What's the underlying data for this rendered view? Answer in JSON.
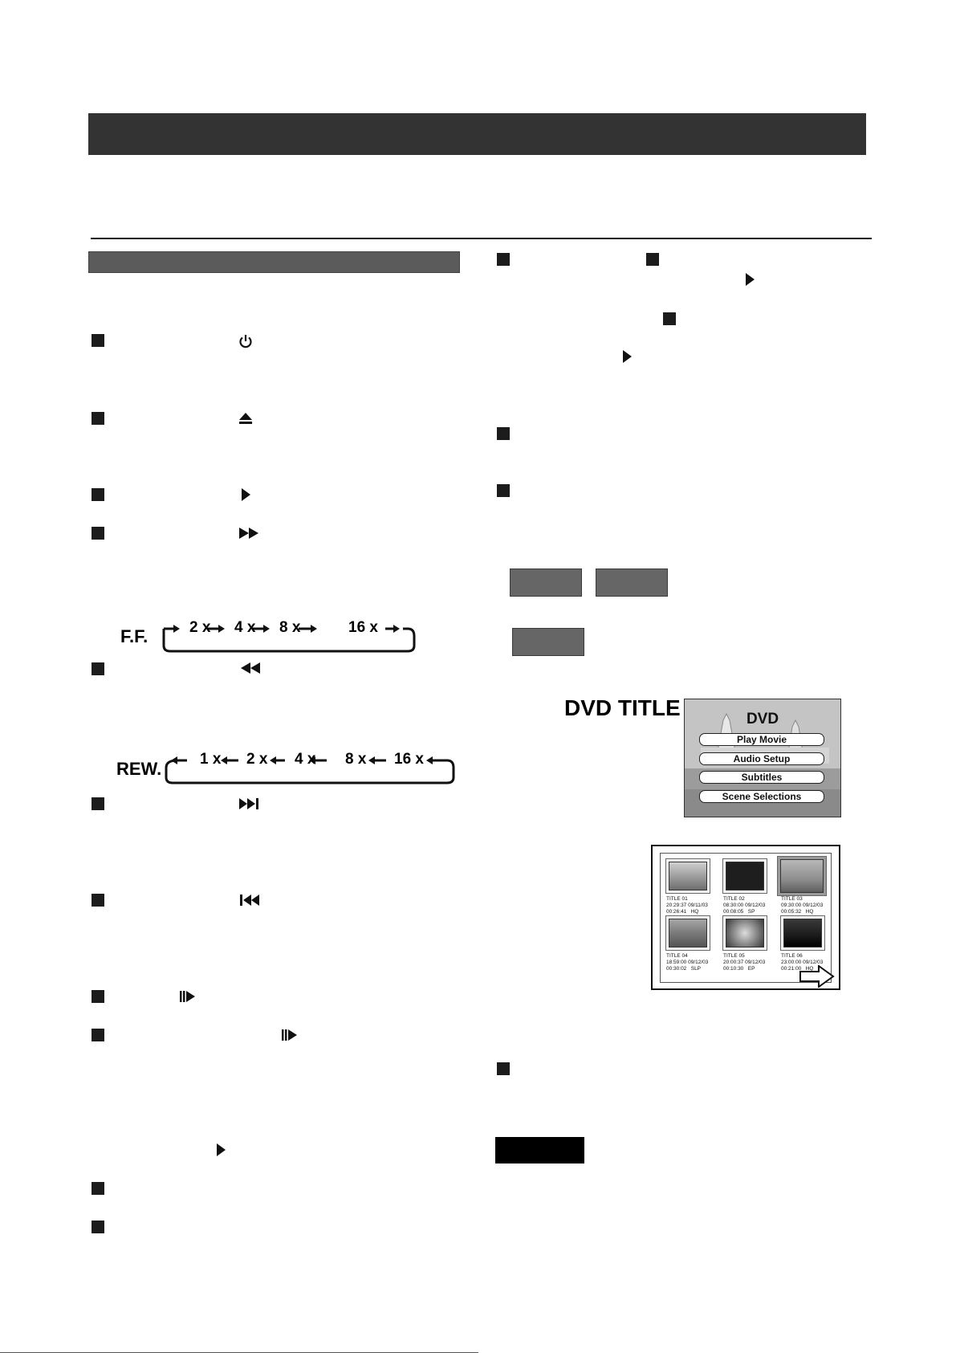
{
  "ff_sequence": {
    "label": "F.F.",
    "steps": [
      "2 x",
      "4 x",
      "8 x",
      "16 x"
    ]
  },
  "rew_sequence": {
    "label": "REW.",
    "steps": [
      "1 x",
      "2 x",
      "4 x",
      "8 x",
      "16 x"
    ]
  },
  "dvd_menu": {
    "title": "DVD TITLE",
    "heading": "DVD",
    "items": [
      "Play Movie",
      "Audio Setup",
      "Subtitles",
      "Scene Selections"
    ]
  },
  "title_grid": {
    "titles": [
      {
        "name": "TITLE 01",
        "datetime": "20:29:37 09/11/03",
        "length": "00:26:41",
        "mode": "HQ"
      },
      {
        "name": "TITLE 02",
        "datetime": "08:30:00 09/12/03",
        "length": "00:08:05",
        "mode": "SP"
      },
      {
        "name": "TITLE 03",
        "datetime": "09:30:00 09/12/03",
        "length": "00:05:32",
        "mode": "HQ"
      },
      {
        "name": "TITLE 04",
        "datetime": "18:59:00 09/12/03",
        "length": "00:30:02",
        "mode": "SLP"
      },
      {
        "name": "TITLE 05",
        "datetime": "20:00:37 09/12/03",
        "length": "00:10:30",
        "mode": "EP"
      },
      {
        "name": "TITLE 06",
        "datetime": "23:00:00 09/12/03",
        "length": "00:21:00",
        "mode": "HQ"
      }
    ]
  },
  "colors": {
    "header_bar": "#333333",
    "section_bar": "#5b5b5b",
    "button_box": "#666666",
    "note_box": "#000000"
  },
  "icons": {
    "power": "power-icon",
    "eject": "eject-icon",
    "play": "play-icon",
    "fast_forward": "fast-forward-icon",
    "rewind": "rewind-icon",
    "skip_next": "skip-next-icon",
    "skip_previous": "skip-previous-icon",
    "step": "step-frame-icon",
    "stop": "stop-icon"
  }
}
